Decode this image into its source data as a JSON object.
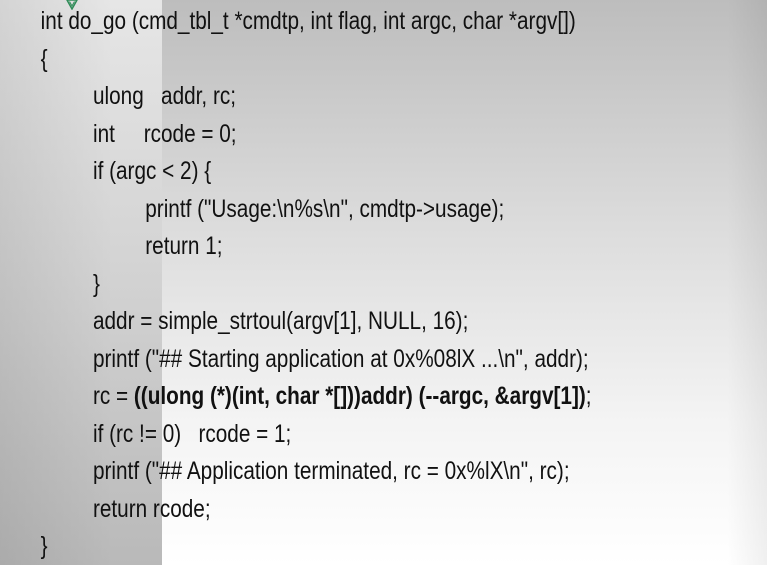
{
  "code": {
    "lines": [
      "int do_go (cmd_tbl_t *cmdtp, int flag, int argc, char *argv[])",
      "{",
      "ulong   addr, rc;",
      "int     rcode = 0;",
      "if (argc < 2) {",
      "printf (\"Usage:\\n%s\\n\", cmdtp->usage);",
      "return 1;",
      "}",
      "addr = simple_strtoul(argv[1], NULL, 16);",
      "printf (\"## Starting application at 0x%08lX ...\\n\", addr);",
      "",
      "if (rc != 0)   rcode = 1;",
      "printf (\"## Application terminated, rc = 0x%lX\\n\", rc);",
      "return rcode;",
      "}"
    ],
    "bold_line": {
      "prefix": "rc = ",
      "bold": "((ulong (*)(int, char *[]))addr) (--argc, &argv[1])",
      "suffix": ";"
    }
  },
  "colors": {
    "marker": "#2e8b57",
    "text": "#111111"
  },
  "icons": {
    "marker": "green-diamond-marker-icon"
  }
}
